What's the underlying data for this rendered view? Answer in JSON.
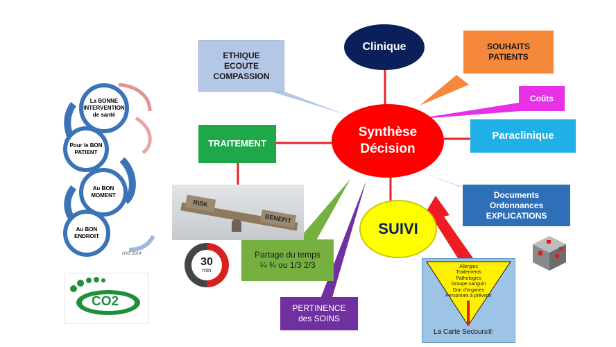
{
  "center": {
    "line1": "Synthèse",
    "line2": "Décision"
  },
  "nodes": {
    "clinique": "Clinique",
    "ethique": [
      "ETHIQUE",
      "ECOUTE",
      "COMPASSION"
    ],
    "souhaits": [
      "SOUHAITS",
      "PATIENTS"
    ],
    "couts": "Coûts",
    "paraclinique": "Paraclinique",
    "traitement": "TRAITEMENT",
    "documents": [
      "Documents",
      "Ordonnances",
      "EXPLICATIONS"
    ],
    "suivi": "SUIVI",
    "partage": [
      "Partage du temps",
      "¼ ¾ ou 1/3 2/3"
    ],
    "pertinence": [
      "PERTINENCE",
      "des SOINS"
    ]
  },
  "cycle": {
    "items": [
      [
        "La BONNE",
        "INTERVENTION",
        "de santé"
      ],
      [
        "Pour le BON",
        "PATIENT"
      ],
      [
        "Au BON",
        "MOMENT"
      ],
      [
        "Au BON",
        "ENDROIT"
      ]
    ],
    "credit": "HAS 2014"
  },
  "risk_image": {
    "risk": "RISK",
    "benefit": "BENEFIT"
  },
  "timer": {
    "value": "30",
    "unit": "min"
  },
  "co2": "CO2",
  "carte": {
    "lines": [
      "Allergies",
      "Traitements",
      "Pathologies",
      "Groupe sanguin",
      "Don d'organes",
      "Personnes à prévenir"
    ],
    "title": "La Carte Secours®"
  },
  "colors": {
    "clinique": "#0b1f5a",
    "ethique": "#b4c7e7",
    "souhaits": "#f5883a",
    "couts": "#e830e8",
    "paraclinique": "#1fb0e8",
    "traitement": "#1ea84a",
    "documents": "#2e6fb8",
    "suivi": "#ffff00",
    "partage": "#76b041",
    "pertinence": "#7030a0",
    "center": "#ff0000",
    "cycle": "#3b73b9"
  }
}
